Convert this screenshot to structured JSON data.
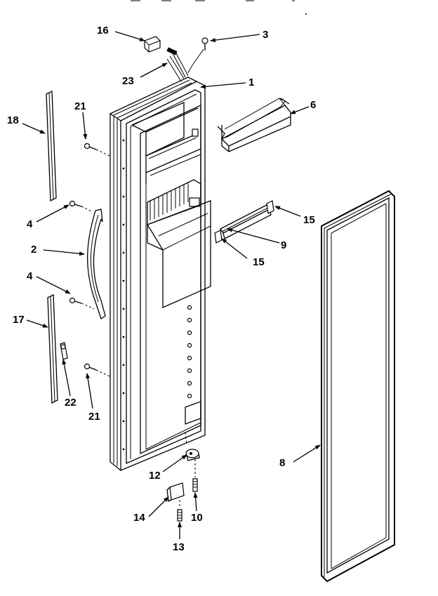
{
  "labels": {
    "l1": "1",
    "l2": "2",
    "l3": "3",
    "l4a": "4",
    "l4b": "4",
    "l6": "6",
    "l8": "8",
    "l9": "9",
    "l10": "10",
    "l12": "12",
    "l13": "13",
    "l14": "14",
    "l15a": "15",
    "l15b": "15",
    "l16": "16",
    "l17": "17",
    "l18": "18",
    "l21a": "21",
    "l21b": "21",
    "l22": "22",
    "l23": "23"
  }
}
